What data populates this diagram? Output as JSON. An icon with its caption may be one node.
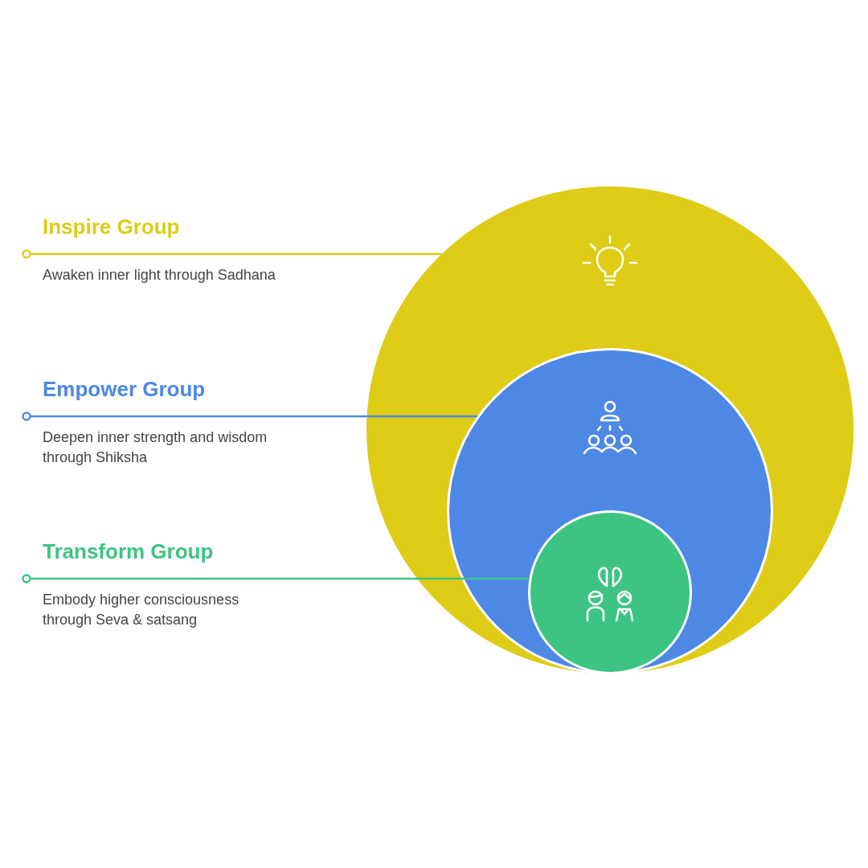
{
  "diagram": {
    "nodes": [
      {
        "text": [],
        "shape": "circle"
      },
      {
        "text": [],
        "shape": "circle",
        "in": 0
      },
      {
        "text": [],
        "shape": "circle",
        "in": 1
      },
      {
        "text": [
          "Inspire Group",
          "Awaken inner light through Sadhana"
        ]
      },
      {
        "text": [
          "Empower Group",
          "Deepen inner strength and wisdom through Shiksha"
        ]
      },
      {
        "text": [
          "Transform Group",
          "Embody higher consciousness through Seva & satsang"
        ]
      }
    ],
    "edges": [
      {
        "from": 3,
        "to": 0,
        "arrow": "other",
        "color": "#decc16"
      },
      {
        "from": 4,
        "to": 1,
        "arrow": "other",
        "color": "#4e88e5"
      },
      {
        "from": 5,
        "to": 2,
        "arrow": "other",
        "color": "#3dc482"
      }
    ]
  }
}
